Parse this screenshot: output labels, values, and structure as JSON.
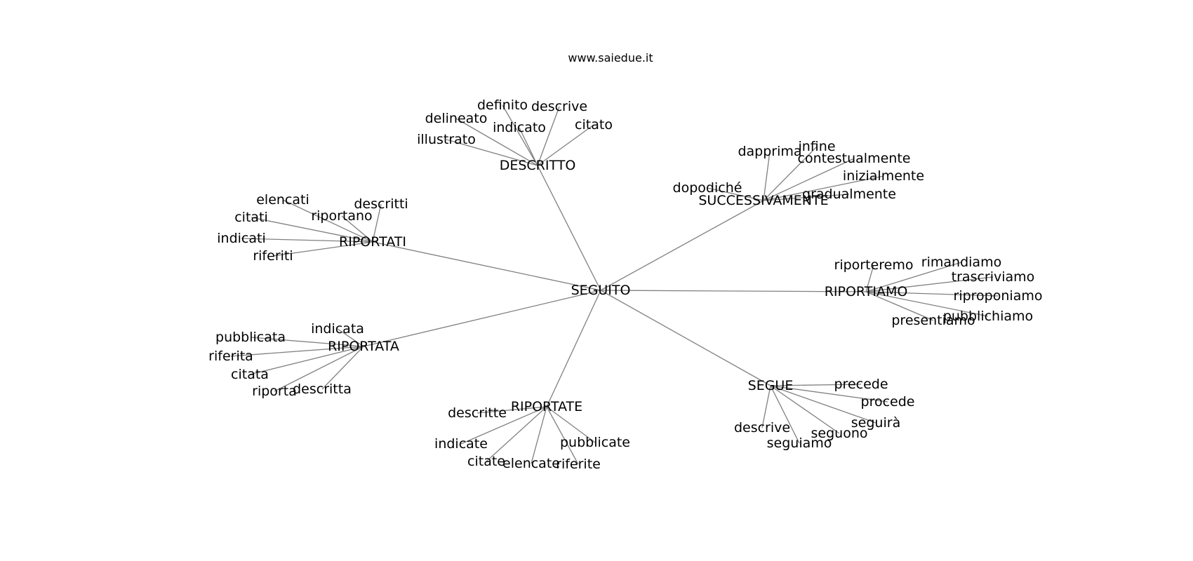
{
  "site": "www.saiedue.it",
  "center": "SEGUITO",
  "groups": [
    {
      "hub": "DESCRITTO",
      "leaves": [
        "definito",
        "descrive",
        "delineato",
        "indicato",
        "citato",
        "illustrato"
      ]
    },
    {
      "hub": "SUCCESSIVAMENTE",
      "leaves": [
        "dapprima",
        "infine",
        "contestualmente",
        "dopodiché",
        "inizialmente",
        "gradualmente"
      ]
    },
    {
      "hub": "RIPORTATI",
      "leaves": [
        "elencati",
        "descritti",
        "riportano",
        "citati",
        "indicati",
        "riferiti"
      ]
    },
    {
      "hub": "RIPORTIAMO",
      "leaves": [
        "riporteremo",
        "rimandiamo",
        "trascriviamo",
        "riproponiamo",
        "pubblichiamo",
        "presentiamo"
      ]
    },
    {
      "hub": "RIPORTATA",
      "leaves": [
        "indicata",
        "pubblicata",
        "riferita",
        "citata",
        "riporta",
        "descritta"
      ]
    },
    {
      "hub": "SEGUE",
      "leaves": [
        "precede",
        "procede",
        "seguirà",
        "descrive",
        "seguono",
        "seguiamo"
      ]
    },
    {
      "hub": "RIPORTATE",
      "leaves": [
        "descritte",
        "indicate",
        "pubblicate",
        "citate",
        "elencate",
        "riferite"
      ]
    }
  ]
}
